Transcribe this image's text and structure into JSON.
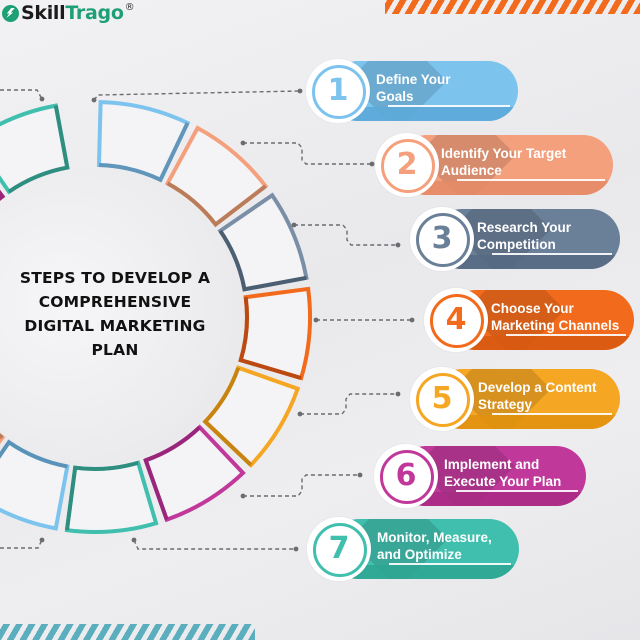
{
  "brand": {
    "name_part1": "Skill",
    "name_part2": "Trago",
    "trademark": "®",
    "color": "#1f9f74"
  },
  "title": "STEPS TO DEVELOP A COMPREHENSIVE DIGITAL MARKETING PLAN",
  "title_lines": [
    "STEPS TO DEVELOP A",
    "COMPREHENSIVE",
    "DIGITAL MARKETING",
    "PLAN"
  ],
  "accents": {
    "top_stripes": "#f26a1b",
    "bottom_stripes": "#5aaebe"
  },
  "steps": [
    {
      "number": "1",
      "label": "Define Your\n Goals",
      "color": "#7cc3ee",
      "dark": "#5aa8d8"
    },
    {
      "number": "2",
      "label": "Identify Your Target\nAudience",
      "color": "#f4a07c",
      "dark": "#e58a66"
    },
    {
      "number": "3",
      "label": "Research Your\nCompetition",
      "color": "#6a7f98",
      "dark": "#566a82"
    },
    {
      "number": "4",
      "label": "Choose Your\nMarketing Channels",
      "color": "#f26a1b",
      "dark": "#d85810"
    },
    {
      "number": "5",
      "label": "Develop a Content\nStrategy",
      "color": "#f5a623",
      "dark": "#e0900e"
    },
    {
      "number": "6",
      "label": "Implement and\nExecute Your Plan",
      "color": "#c0399a",
      "dark": "#a82a84"
    },
    {
      "number": "7",
      "label": "Monitor, Measure,\nand Optimize",
      "color": "#40bfae",
      "dark": "#2ea493"
    }
  ]
}
